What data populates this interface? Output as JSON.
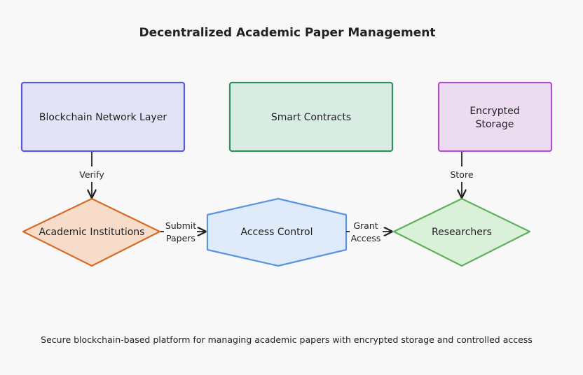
{
  "diagram": {
    "title": "Decentralized Academic Paper Management",
    "caption": "Secure blockchain-based platform for managing academic papers with encrypted storage and controlled access",
    "nodes": {
      "blockchain": {
        "label": "Blockchain Network Layer",
        "fill": "#e3e3f8",
        "stroke": "#5a5ad6"
      },
      "smart_contracts": {
        "label": "Smart Contracts",
        "fill": "#d9ece3",
        "stroke": "#2f8f5f"
      },
      "encrypted_storage": {
        "label_line1": "Encrypted",
        "label_line2": "Storage",
        "fill": "#ecdcf2",
        "stroke": "#b24fcf"
      },
      "academic_institutions": {
        "label": "Academic Institutions",
        "fill": "#f7ddc9",
        "stroke": "#d56b27"
      },
      "access_control": {
        "label": "Access Control",
        "fill": "#dfeafb",
        "stroke": "#5b95e0"
      },
      "researchers": {
        "label": "Researchers",
        "fill": "#dbf0d8",
        "stroke": "#5fb25c"
      }
    },
    "edges": {
      "verify": {
        "label": "Verify"
      },
      "store": {
        "label": "Store"
      },
      "submit_papers": {
        "line1": "Submit",
        "line2": "Papers"
      },
      "grant_access": {
        "line1": "Grant",
        "line2": "Access"
      }
    },
    "edge_color": "#222222"
  }
}
